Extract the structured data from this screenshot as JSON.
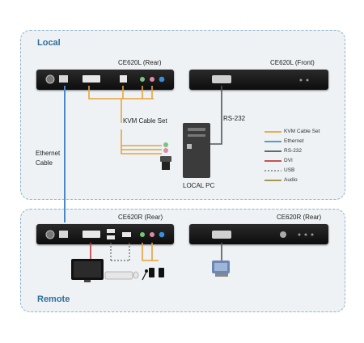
{
  "groups": {
    "local_title": "Local",
    "remote_title": "Remote"
  },
  "devices": {
    "local_rear": "CE620L (Rear)",
    "local_front": "CE620L (Front)",
    "remote_rear": "CE620R (Rear)",
    "remote_rear_2": "CE620R (Rear)"
  },
  "captions": {
    "kvm_cable_set": "KVM Cable Set",
    "rs232": "RS-232",
    "local_pc": "LOCAL PC",
    "ethernet_cable": "Ethernet\nCable"
  },
  "legend": [
    {
      "label": "KVM Cable Set",
      "color": "#e8a33a"
    },
    {
      "label": "Ethernet",
      "color": "#4a88c8"
    },
    {
      "label": "RS-232",
      "color": "#555555"
    },
    {
      "label": "DVI",
      "color": "#c23a3a"
    },
    {
      "label": "USB",
      "color": "#666666"
    },
    {
      "label": "Audio",
      "color": "#9a8a3a"
    }
  ]
}
